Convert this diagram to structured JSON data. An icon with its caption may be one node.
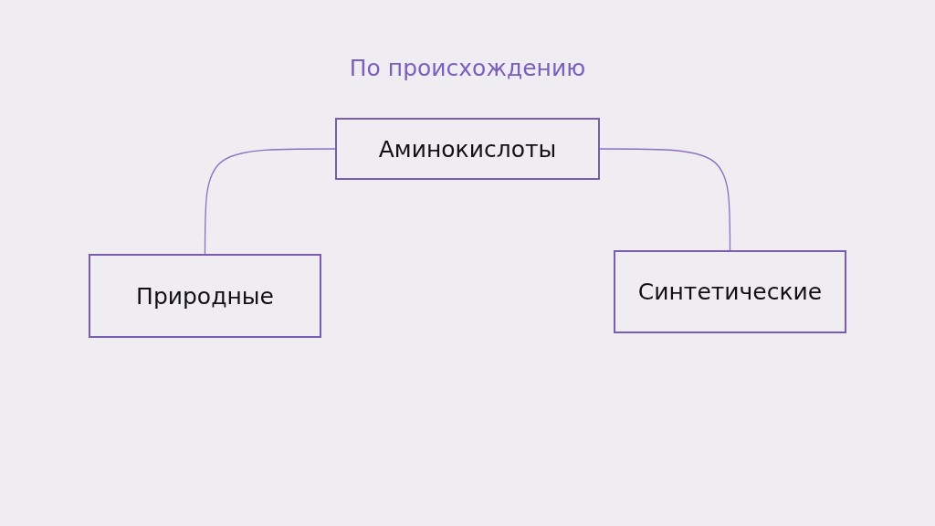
{
  "diagram": {
    "title": "По происхождению",
    "nodes": [
      {
        "text": [
          "Аминокислоты"
        ]
      },
      {
        "text": [
          "Природные"
        ]
      },
      {
        "text": [
          "Синтетические"
        ]
      }
    ],
    "edges": [
      {
        "from": 0,
        "to": 1,
        "arrow": "none"
      },
      {
        "from": 0,
        "to": 2,
        "arrow": "none"
      }
    ]
  }
}
